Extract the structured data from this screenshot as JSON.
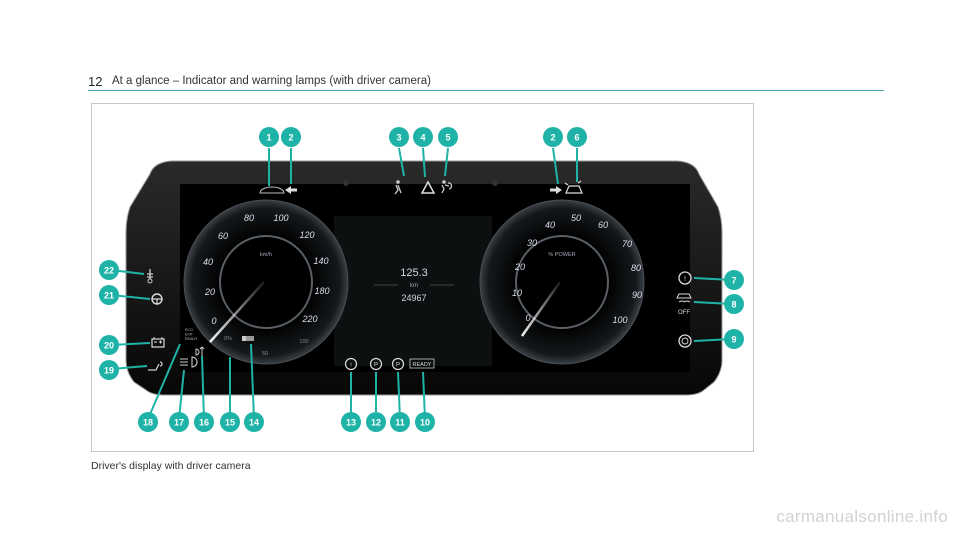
{
  "header": {
    "page_number": "12",
    "title": "At a glance – Indicator and warning lamps (with driver camera)"
  },
  "figure": {
    "caption": "Driver's display with driver camera",
    "speedometer": {
      "unit": "km/h",
      "ticks": [
        "0",
        "20",
        "40",
        "60",
        "80",
        "100",
        "120",
        "140",
        "180",
        "220"
      ],
      "sub_labels": [
        "0%",
        "50",
        "100"
      ]
    },
    "power_gauge": {
      "unit": "% POWER",
      "ticks": [
        "0",
        "10",
        "20",
        "30",
        "40",
        "50",
        "60",
        "70",
        "80",
        "90",
        "100"
      ]
    },
    "center": {
      "reading": "125.3",
      "unit": "km",
      "odometer": "24967"
    },
    "eco_status": [
      "ECO",
      "EXIT",
      "READY"
    ],
    "ready_label": "READY",
    "off_label": "OFF",
    "callouts": [
      "1",
      "2",
      "3",
      "4",
      "5",
      "2",
      "6",
      "7",
      "8",
      "9",
      "10",
      "11",
      "12",
      "13",
      "14",
      "15",
      "16",
      "17",
      "18",
      "19",
      "20",
      "21",
      "22"
    ]
  },
  "colors": {
    "accent": "#1fb3a8",
    "rule": "#4aa3a8"
  },
  "watermark": "carmanualsonline.info"
}
